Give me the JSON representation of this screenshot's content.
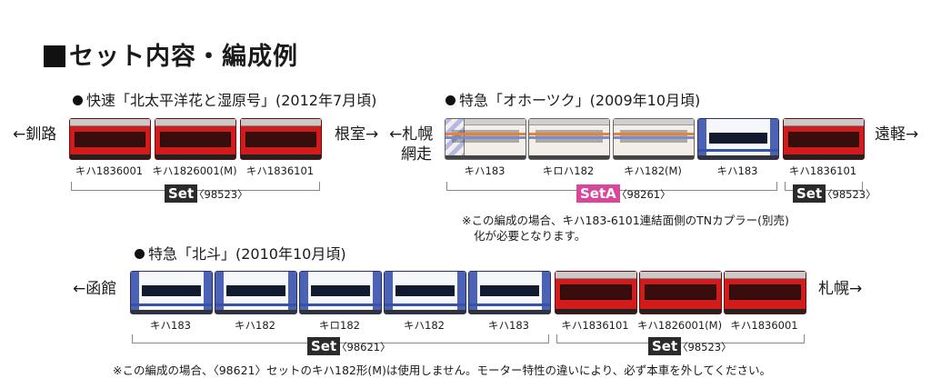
{
  "title": "セット内容・編成例",
  "section1": {
    "heading": "快速「北太平洋花と湿原号」(2012年7月頃)",
    "left_dir": "←釧路",
    "right_dir": "根室→",
    "cars": [
      "キハ1836001",
      "キハ1826001(M)",
      "キハ1836101"
    ],
    "set_label": "Set",
    "set_code": "〈98523〉"
  },
  "section2": {
    "heading": "特急「オホーツク」(2009年10月頃)",
    "left_dir_line1": "←札幌",
    "left_dir_line2": "網走",
    "right_dir": "遠軽→",
    "cars": [
      "キハ183",
      "キロハ182",
      "キハ182(M)",
      "キハ183",
      "キハ1836101"
    ],
    "set_a_label": "SetA",
    "set_a_code": "〈98261〉",
    "set_label": "Set",
    "set_code": "〈98523〉",
    "note_line1": "※この編成の場合、キハ183-6101連結面側のTNカプラー(別売)",
    "note_line2": "化が必要となります。"
  },
  "section3": {
    "heading": "特急「北斗」(2010年10月頃)",
    "left_dir": "←函館",
    "right_dir": "札幌→",
    "cars": [
      "キハ183",
      "キハ182",
      "キロ182",
      "キハ182",
      "キハ183",
      "キハ1836101",
      "キハ1826001(M)",
      "キハ1836001"
    ],
    "set_label_1": "Set",
    "set_code_1": "〈98621〉",
    "set_label_2": "Set",
    "set_code_2": "〈98523〉",
    "note": "※この編成の場合、〈98621〉セットのキハ182形(M)は使用しません。モーター特性の違いにより、必ず本車を外してください。"
  },
  "colors": {
    "red_car": "#d41b1b",
    "blue_stripe": "#3352a8",
    "set_a_badge": "#d8479b",
    "set_badge": "#2b2b2b"
  }
}
